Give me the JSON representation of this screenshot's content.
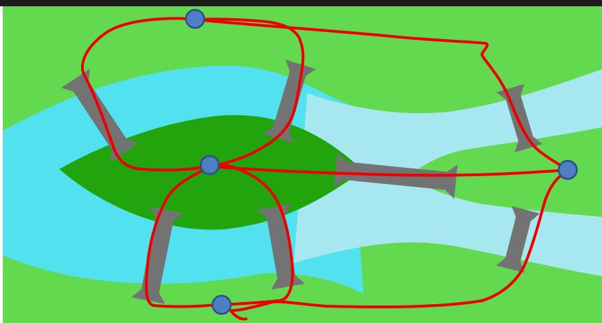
{
  "diagram": {
    "kind": "bridges-of-konigsberg",
    "colors": {
      "background": "#ffffff",
      "top_bar": "#1c1c1c",
      "land": "#63d94f",
      "island": "#22a50c",
      "river_left": "#52e1ef",
      "river_right": "#a7e8f0",
      "bridge": "#737373",
      "path": "#ef0000",
      "node_fill": "#4f7fc2",
      "node_stroke": "#2c4f86"
    },
    "land_masses": [
      {
        "id": "north-bank",
        "node": "top"
      },
      {
        "id": "south-bank",
        "node": "bottom"
      },
      {
        "id": "island",
        "node": "center"
      },
      {
        "id": "east-land",
        "node": "right"
      }
    ],
    "bridges": [
      {
        "id": "bridge-nw",
        "connects": [
          "north-bank",
          "island"
        ]
      },
      {
        "id": "bridge-nc",
        "connects": [
          "north-bank",
          "island"
        ]
      },
      {
        "id": "bridge-sw",
        "connects": [
          "south-bank",
          "island"
        ]
      },
      {
        "id": "bridge-sc",
        "connects": [
          "south-bank",
          "island"
        ]
      },
      {
        "id": "bridge-center",
        "connects": [
          "island",
          "east-land"
        ]
      },
      {
        "id": "bridge-ne",
        "connects": [
          "north-bank",
          "east-land"
        ]
      },
      {
        "id": "bridge-se",
        "connects": [
          "south-bank",
          "east-land"
        ]
      }
    ],
    "path_edges": 7
  }
}
